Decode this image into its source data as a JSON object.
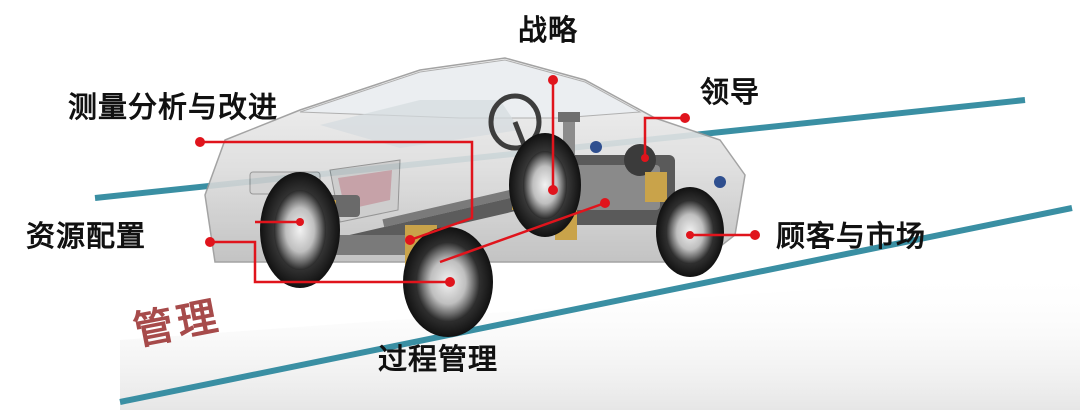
{
  "colors": {
    "stripe": "#3a8fa3",
    "leader": "#e0141c",
    "watermark": "#a03c3c"
  },
  "labels": {
    "strategy": "战略",
    "leadership": "领导",
    "measure": "测量分析与改进",
    "resources": "资源配置",
    "customer": "顾客与市场",
    "process": "过程管理"
  },
  "watermark": "管理",
  "illustration": "car-chassis-cutaway"
}
